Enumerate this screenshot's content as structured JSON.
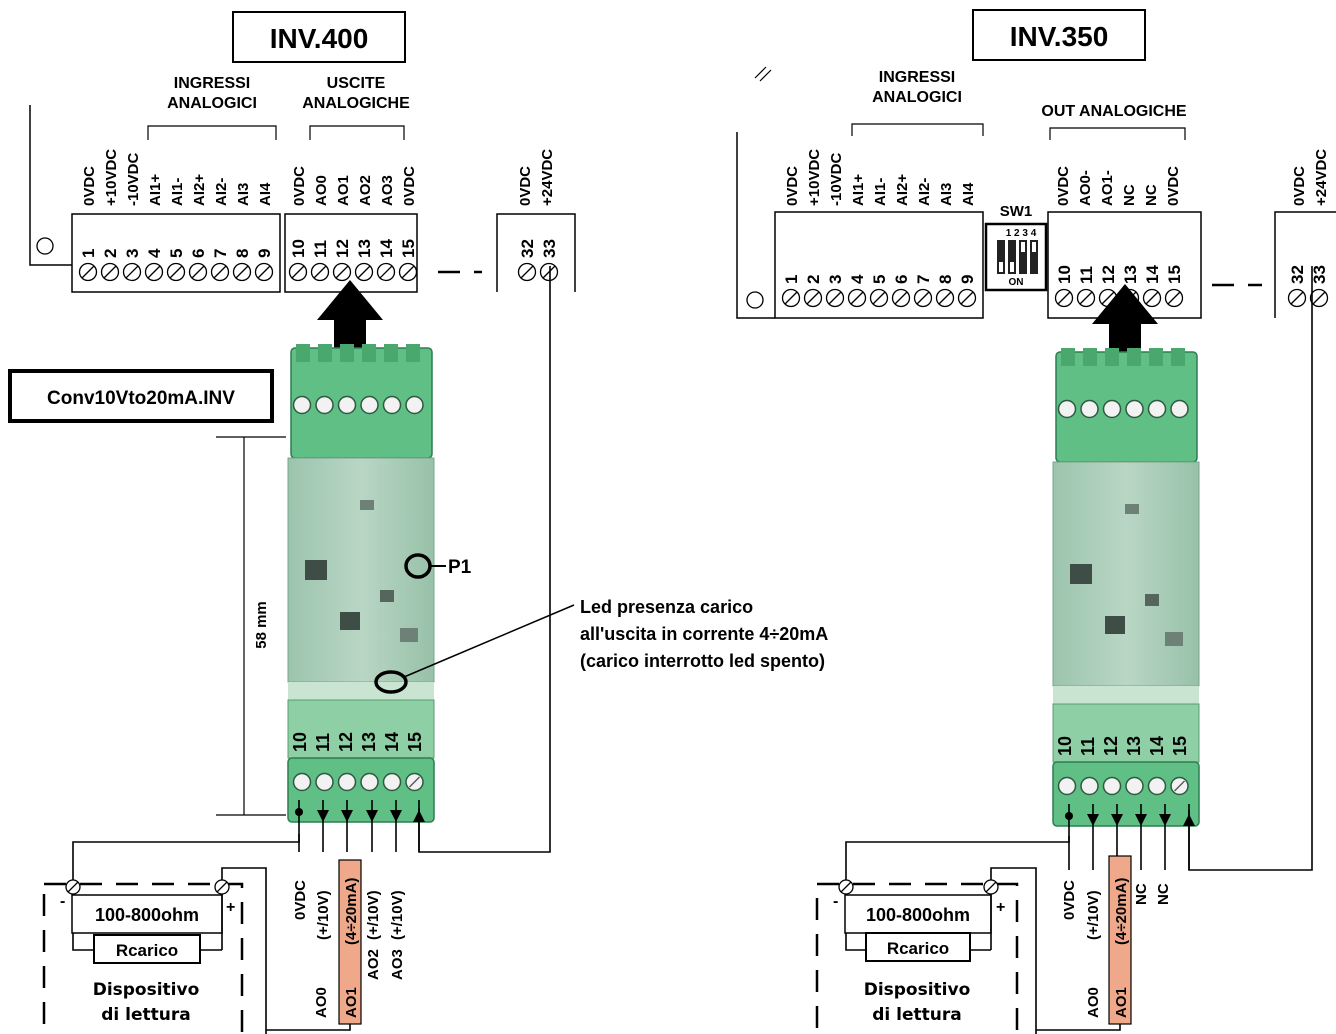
{
  "left": {
    "title": "INV.400",
    "group_in": [
      "INGRESSI",
      "ANALOGICI"
    ],
    "group_out": [
      "USCITE",
      "ANALOGICHE"
    ],
    "in_labels": [
      "0VDC",
      "+10VDC",
      "-10VDC",
      "AI1+",
      "AI1-",
      "AI2+",
      "AI2-",
      "AI3",
      "AI4"
    ],
    "out_labels": [
      "0VDC",
      "AO0",
      "AO1",
      "AO2",
      "AO3",
      "0VDC"
    ],
    "pwr_labels": [
      "0VDC",
      "+24VDC"
    ],
    "in_nums": [
      "1",
      "2",
      "3",
      "4",
      "5",
      "6",
      "7",
      "8",
      "9"
    ],
    "out_nums": [
      "10",
      "11",
      "12",
      "13",
      "14",
      "15"
    ],
    "pwr_nums": [
      "32",
      "33"
    ],
    "module_label": "Conv10Vto20mA.INV",
    "dimension": "58 mm",
    "trimmer": "P1",
    "module_nums": [
      "10",
      "11",
      "12",
      "13",
      "14",
      "15"
    ],
    "bottom_labels": [
      "0VDC",
      "AO0",
      "(+/10V)",
      "AO1",
      "(4÷20mA)",
      "AO2",
      "(+/10V)",
      "AO3",
      "(+/10V)"
    ],
    "load": "100-800ohm",
    "resistor": "Rcarico",
    "device": [
      "Dispositivo",
      "di  lettura"
    ]
  },
  "led_note": [
    "Led  presenza carico",
    "all'uscita in corrente 4÷20mA",
    "(carico interrotto led spento)"
  ],
  "right": {
    "title": "INV.350",
    "group_in": [
      "INGRESSI",
      "ANALOGICI"
    ],
    "group_out": "OUT ANALOGICHE",
    "in_labels": [
      "0VDC",
      "+10VDC",
      "-10VDC",
      "AI1+",
      "AI1-",
      "AI2+",
      "AI2-",
      "AI3",
      "AI4"
    ],
    "out_labels": [
      "0VDC",
      "AO0-",
      "AO1-",
      "NC",
      "NC",
      "0VDC"
    ],
    "pwr_labels": [
      "0VDC",
      "+24VDC"
    ],
    "in_nums": [
      "1",
      "2",
      "3",
      "4",
      "5",
      "6",
      "7",
      "8",
      "9"
    ],
    "out_nums": [
      "10",
      "11",
      "12",
      "13",
      "14",
      "15"
    ],
    "pwr_nums": [
      "32",
      "33"
    ],
    "switch": "SW1",
    "switch_nums": "1 2 3 4",
    "switch_on": "ON",
    "module_nums": [
      "10",
      "11",
      "12",
      "13",
      "14",
      "15"
    ],
    "bottom_labels": [
      "0VDC",
      "AO0",
      "(+/10V)",
      "AO1",
      "(4÷20mA)",
      "NC",
      "NC"
    ],
    "load": "100-800ohm",
    "resistor": "Rcarico",
    "device": [
      "Dispositivo",
      "di  lettura"
    ]
  },
  "colors": {
    "terminal_green": "#5fbf84",
    "highlight": "#f0a88a",
    "board": "#a9cdb7"
  }
}
